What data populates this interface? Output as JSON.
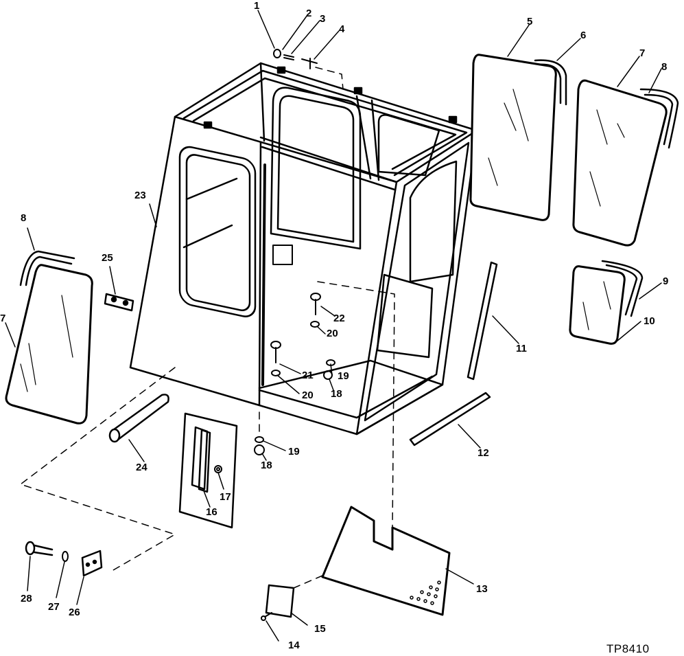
{
  "diagram_code": "TP8410",
  "callouts": [
    {
      "id": "c1",
      "label": "1"
    },
    {
      "id": "c2",
      "label": "2"
    },
    {
      "id": "c3",
      "label": "3"
    },
    {
      "id": "c4",
      "label": "4"
    },
    {
      "id": "c5",
      "label": "5"
    },
    {
      "id": "c6",
      "label": "6"
    },
    {
      "id": "c7a",
      "label": "7"
    },
    {
      "id": "c8a",
      "label": "8"
    },
    {
      "id": "c9",
      "label": "9"
    },
    {
      "id": "c10",
      "label": "10"
    },
    {
      "id": "c11",
      "label": "11"
    },
    {
      "id": "c12",
      "label": "12"
    },
    {
      "id": "c13",
      "label": "13"
    },
    {
      "id": "c14",
      "label": "14"
    },
    {
      "id": "c15",
      "label": "15"
    },
    {
      "id": "c16",
      "label": "16"
    },
    {
      "id": "c17",
      "label": "17"
    },
    {
      "id": "c18a",
      "label": "18"
    },
    {
      "id": "c18b",
      "label": "18"
    },
    {
      "id": "c19a",
      "label": "19"
    },
    {
      "id": "c19b",
      "label": "19"
    },
    {
      "id": "c20a",
      "label": "20"
    },
    {
      "id": "c20b",
      "label": "20"
    },
    {
      "id": "c21",
      "label": "21"
    },
    {
      "id": "c22",
      "label": "22"
    },
    {
      "id": "c23",
      "label": "23"
    },
    {
      "id": "c24",
      "label": "24"
    },
    {
      "id": "c25",
      "label": "25"
    },
    {
      "id": "c26",
      "label": "26"
    },
    {
      "id": "c27",
      "label": "27"
    },
    {
      "id": "c28",
      "label": "28"
    },
    {
      "id": "c7b",
      "label": "7"
    },
    {
      "id": "c8b",
      "label": "8"
    }
  ]
}
